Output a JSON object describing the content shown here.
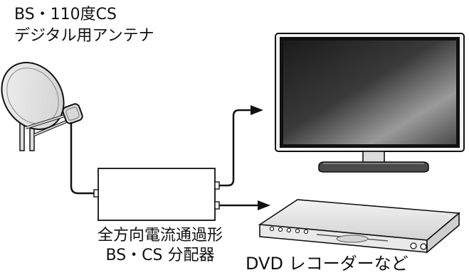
{
  "labels": {
    "antenna_line1": "BS・110度CS",
    "antenna_line2": "デジタル用アンテナ",
    "splitter_line1": "全方向電流通過形",
    "splitter_line2": "BS・CS 分配器",
    "recorder": "DVD レコーダーなど"
  },
  "colors": {
    "line": "#111111",
    "device_gray": "#e6e6e6",
    "screen_dark": "#2a2a2a",
    "screen_light": "#8a8a8a"
  },
  "icons": {
    "antenna": "satellite-dish-icon",
    "splitter": "splitter-box-icon",
    "tv": "television-icon",
    "recorder": "dvd-recorder-icon"
  }
}
